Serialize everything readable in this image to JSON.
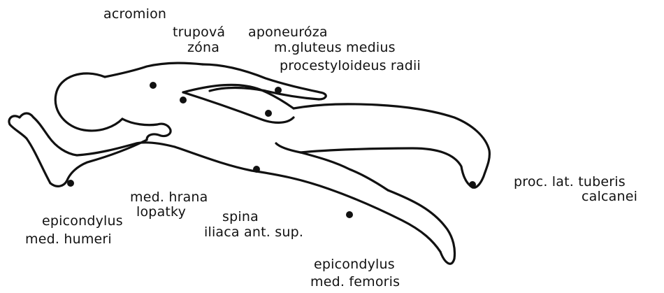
{
  "labels": {
    "acromion": "acromion",
    "trupova": "trupová",
    "zona": "zóna",
    "aponeuroza": "aponeuróza",
    "gluteus_medius": "m.gluteus medius",
    "processus_styloideus": "procestyloideus radii",
    "proc_lat_tuberis": "proc. lat. tuberis",
    "calcanei": "calcanei",
    "med_hrana": "med. hrana",
    "lopatky": "lopatky",
    "epicondylus_humeri_1": "epicondylus",
    "epicondylus_humeri_2": "med. humeri",
    "spina": "spina",
    "iliaca": "iliaca ant. sup.",
    "epicondylus_femoris_1": "epicondylus",
    "epicondylus_femoris_2": "med. femoris"
  },
  "colors": {
    "ink": "#111111",
    "background": "#ffffff"
  }
}
